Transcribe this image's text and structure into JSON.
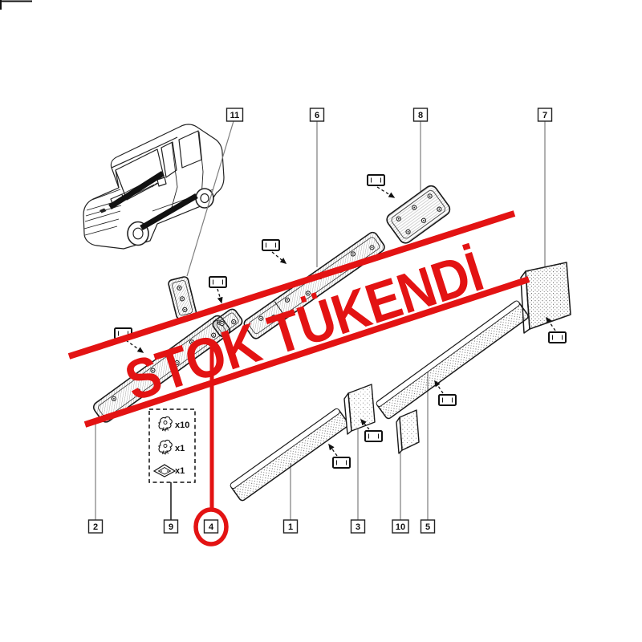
{
  "watermark": {
    "text": "STOK TÜKENDİ",
    "color": "#e31313"
  },
  "callouts": {
    "top": [
      {
        "id": "11"
      },
      {
        "id": "6"
      },
      {
        "id": "8"
      },
      {
        "id": "7"
      }
    ],
    "bottom": [
      {
        "id": "2"
      },
      {
        "id": "9"
      },
      {
        "id": "4"
      },
      {
        "id": "1"
      },
      {
        "id": "3"
      },
      {
        "id": "10"
      },
      {
        "id": "5"
      }
    ]
  },
  "highlight": {
    "circled_callout": "4",
    "color": "#e31313"
  },
  "legend": {
    "items": [
      {
        "qty": "x10"
      },
      {
        "qty": "x1"
      },
      {
        "qty": "x1"
      }
    ]
  }
}
